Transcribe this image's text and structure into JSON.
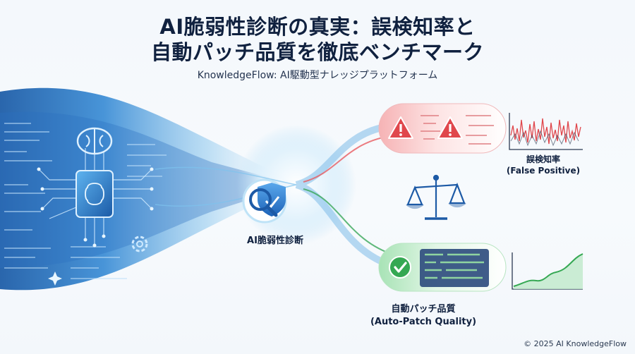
{
  "header": {
    "title_line1": "AI脆弱性診断の真実：誤検知率と",
    "title_line2": "自動パッチ品質を徹底ベンチマーク",
    "subtitle": "KnowledgeFlow: AI駆動型ナレッジプラットフォーム"
  },
  "center": {
    "label": "AI脆弱性診断"
  },
  "false_positive": {
    "label_jp": "誤検知率",
    "label_en": "(False Positive)"
  },
  "auto_patch": {
    "label_jp": "自動パッチ品質",
    "label_en": "(Auto-Patch Quality)"
  },
  "footer": {
    "copyright": "© 2025 AI KnowledgeFlow"
  },
  "colors": {
    "accent_blue": "#2f7fd6",
    "warning_red": "#e0474c",
    "success_green": "#35a853",
    "text_dark": "#10213f"
  }
}
